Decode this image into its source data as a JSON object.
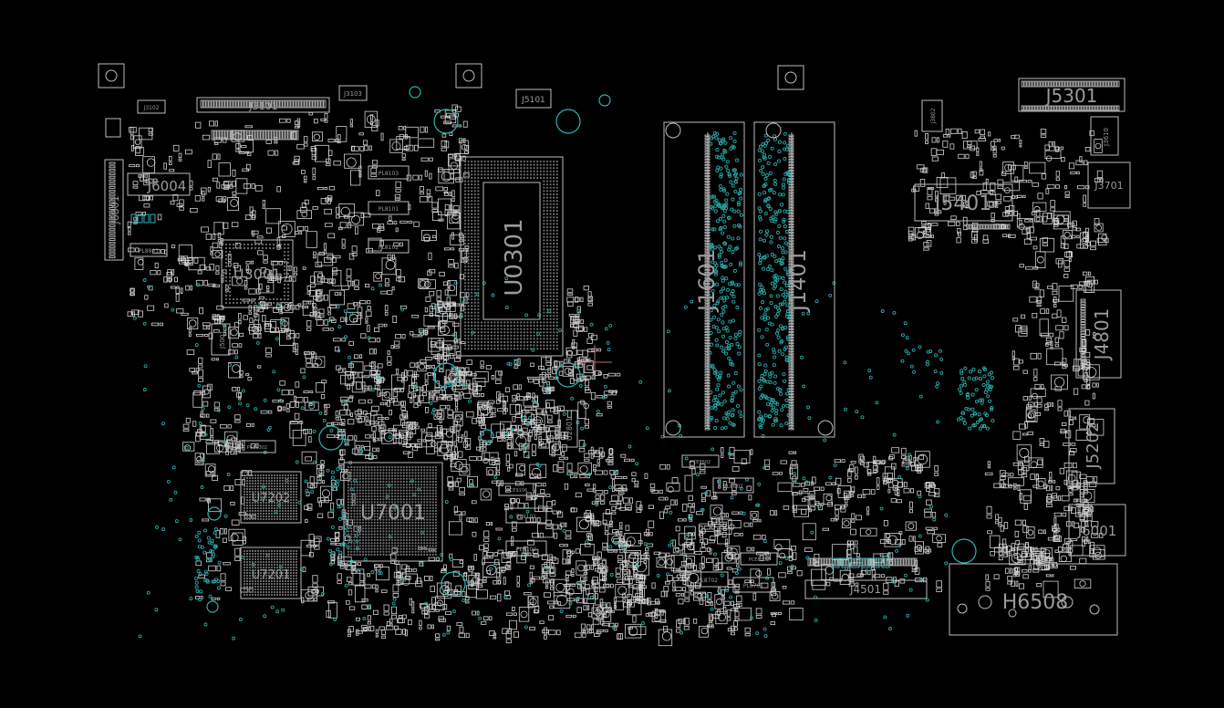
{
  "components": {
    "J3102": "J3102",
    "J3101": "J3101",
    "J3103": "J3103",
    "J5101": "J5101",
    "J6004": "J6004",
    "J6801": "J6801",
    "U3001": "U3001",
    "U0301": "U0301",
    "J1601": "J1601",
    "J1401": "J1401",
    "J5301": "J5301",
    "J5401": "J5401",
    "J3701": "J3701",
    "J4801": "J4801",
    "J5202": "J5202",
    "J6001": "J6001",
    "H6508": "H6508",
    "J4501": "J4501",
    "U7202": "U7202",
    "U7201": "U7201",
    "U7001": "U7001",
    "J5001": "J5001",
    "U2801": "U2801",
    "J3802": "J3802",
    "J3610": "J3610"
  },
  "small_labels": {
    "PL8103": "PL8103",
    "PL8101": "PL8101",
    "PL8102": "PL8102",
    "PL8901": "PL8901",
    "PL8601": "PL8601",
    "PL8702": "PL8702",
    "PL8701": "PL8701",
    "PL9101": "PL9101",
    "PL9102": "PL9102",
    "PCE9302": "PCE9302",
    "PCE9106": "PCE9106",
    "PCE8602": "PCE8602",
    "PCE8702": "PCE8702"
  },
  "colors": {
    "background": "#000000",
    "outline": "#bdbdbd",
    "via": "#2aa6a6",
    "label": "#9a9a9a"
  }
}
